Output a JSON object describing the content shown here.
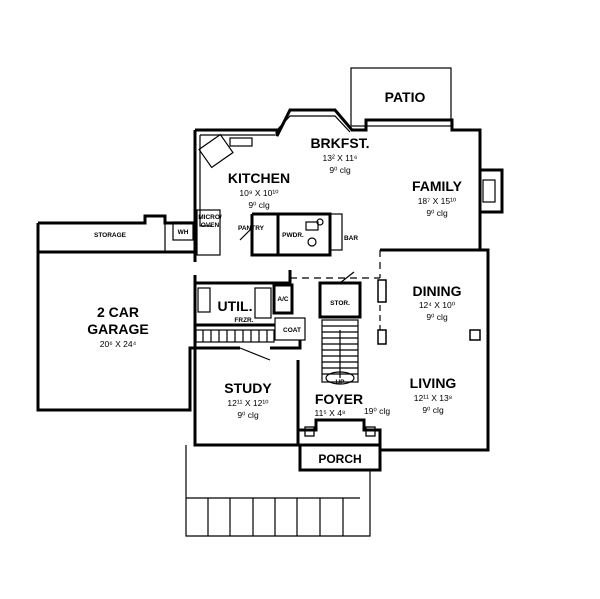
{
  "rooms": {
    "patio": {
      "name": "PATIO"
    },
    "brkfst": {
      "name": "BRKFST.",
      "size": "13² X 11⁶",
      "clg": "9⁰ clg"
    },
    "kitchen": {
      "name": "KITCHEN",
      "size": "10⁹ X 10¹⁰",
      "clg": "9⁰ clg"
    },
    "family": {
      "name": "FAMILY",
      "size": "18⁷ X 15¹⁰",
      "clg": "9⁰ clg"
    },
    "dining": {
      "name": "DINING",
      "size": "12⁴ X 10⁰",
      "clg": "9⁰ clg"
    },
    "living": {
      "name": "LIVING",
      "size": "12¹¹ X 13⁸",
      "clg": "9⁰ clg"
    },
    "study": {
      "name": "STUDY",
      "size": "12¹¹ X 12¹⁰",
      "clg": "9⁰ clg"
    },
    "foyer": {
      "name": "FOYER",
      "size": "11⁵ X 4⁸",
      "clg": "19⁰ clg"
    },
    "porch": {
      "name": "PORCH"
    },
    "garage": {
      "name_line1": "2 CAR",
      "name_line2": "GARAGE",
      "size": "20⁶ X 24⁴"
    },
    "util": {
      "name": "UTIL."
    }
  },
  "small_labels": {
    "storage": "STORAGE",
    "wh": "WH",
    "micro_line1": "MICRO/",
    "micro_line2": "OVEN",
    "pantry": "PANTRY",
    "pwdr": "PWDR.",
    "bar": "BAR",
    "ac": "A/C",
    "stor": "STOR.",
    "frzr": "FRZR.",
    "coat": "COAT",
    "up": "UP"
  }
}
